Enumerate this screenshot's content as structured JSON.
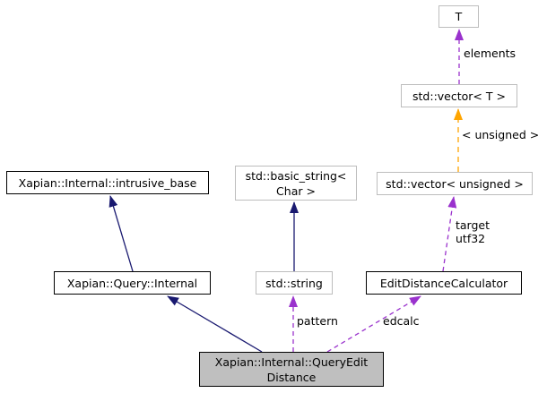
{
  "diagram": {
    "kind": "doxygen-collaboration-graph",
    "colors": {
      "background": "#ffffff",
      "inheritance_edge": "#191970",
      "usage_edge": "#9a32cd",
      "template_edge": "#ffa500",
      "node_border_documented": "#000000",
      "node_border_undocumented": "#bdbdbd",
      "focus_node_fill": "#bfbfbf",
      "text": "#000000"
    },
    "nodes": {
      "t": {
        "label": "T"
      },
      "vector_t": {
        "label": "std::vector< T >"
      },
      "intrusive_base": {
        "label": "Xapian::Internal::intrusive_base"
      },
      "basic_string": {
        "label": "std::basic_string<\nChar >"
      },
      "vector_unsigned": {
        "label": "std::vector< unsigned >"
      },
      "query_internal": {
        "label": "Xapian::Query::Internal"
      },
      "std_string": {
        "label": "std::string"
      },
      "edit_distance_calculator": {
        "label": "EditDistanceCalculator"
      },
      "query_edit_distance": {
        "label": "Xapian::Internal::QueryEdit\nDistance"
      }
    },
    "edges": [
      {
        "from": "std::vector< T >",
        "to": "T",
        "label": "elements",
        "style": "dashed",
        "color": "#9a32cd"
      },
      {
        "from": "std::vector< unsigned >",
        "to": "std::vector< T >",
        "label": "< unsigned >",
        "style": "dashed",
        "color": "#ffa500"
      },
      {
        "from": "EditDistanceCalculator",
        "to": "std::vector< unsigned >",
        "label": "target\nutf32",
        "style": "dashed",
        "color": "#9a32cd"
      },
      {
        "from": "Xapian::Query::Internal",
        "to": "Xapian::Internal::intrusive_base",
        "label": "",
        "style": "solid",
        "color": "#191970"
      },
      {
        "from": "std::string",
        "to": "std::basic_string< Char >",
        "label": "",
        "style": "solid",
        "color": "#191970"
      },
      {
        "from": "Xapian::Internal::QueryEditDistance",
        "to": "Xapian::Query::Internal",
        "label": "",
        "style": "solid",
        "color": "#191970"
      },
      {
        "from": "Xapian::Internal::QueryEditDistance",
        "to": "std::string",
        "label": "pattern",
        "style": "dashed",
        "color": "#9a32cd"
      },
      {
        "from": "Xapian::Internal::QueryEditDistance",
        "to": "EditDistanceCalculator",
        "label": "edcalc",
        "style": "dashed",
        "color": "#9a32cd"
      }
    ]
  }
}
